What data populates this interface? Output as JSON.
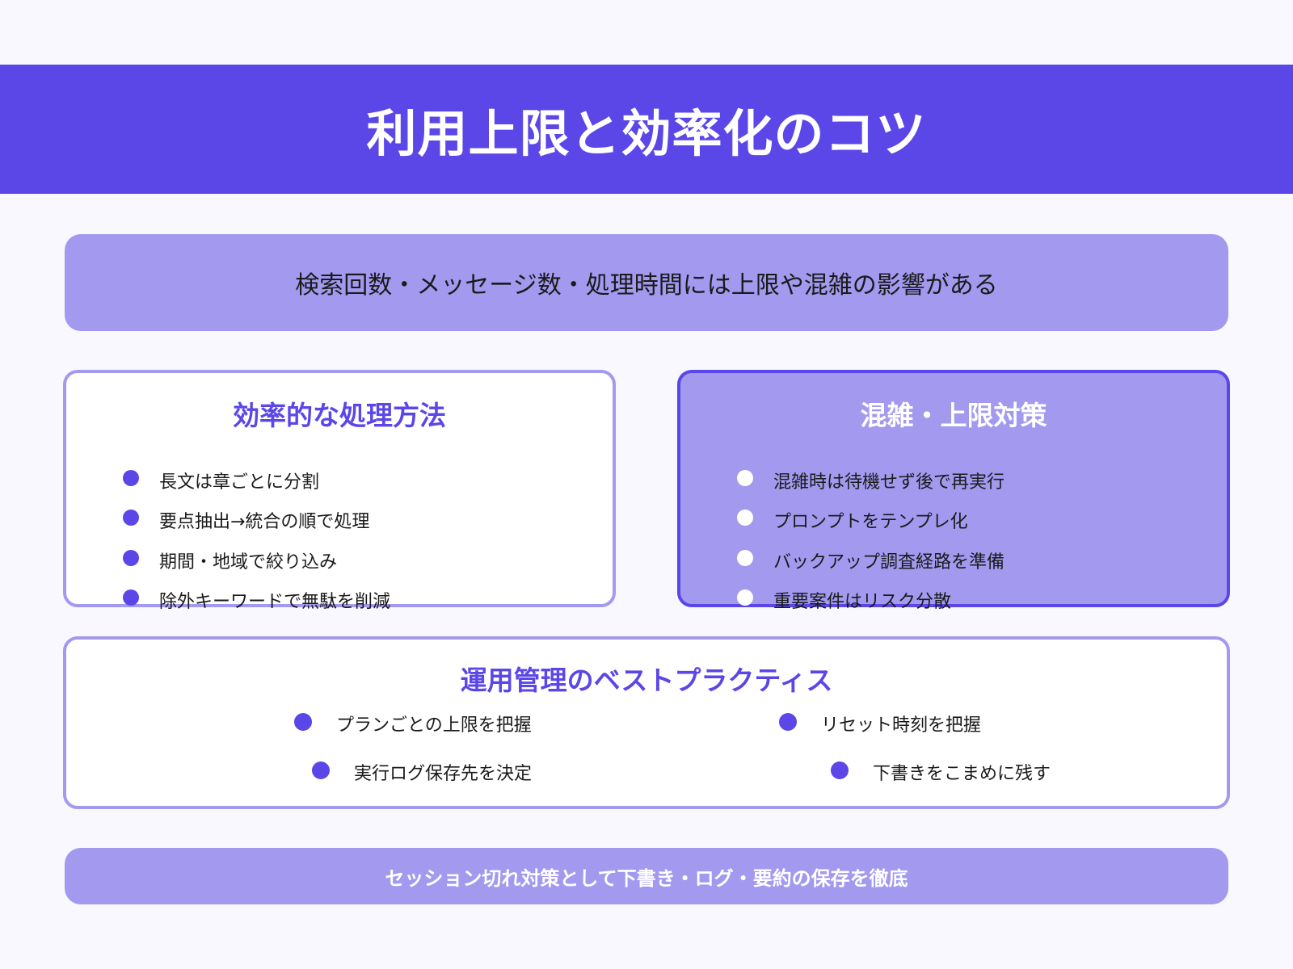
{
  "header": {
    "title": "利用上限と効率化のコツ"
  },
  "summary": {
    "text": "検索回数・メッセージ数・処理時間には上限や混雑の影響がある"
  },
  "efficient_processing": {
    "title": "効率的な処理方法",
    "items": [
      "長文は章ごとに分割",
      "要点抽出→統合の順で処理",
      "期間・地域で絞り込み",
      "除外キーワードで無駄を削減"
    ]
  },
  "congestion_measures": {
    "title": "混雑・上限対策",
    "items": [
      "混雑時は待機せず後で再実行",
      "プロンプトをテンプレ化",
      "バックアップ調査経路を準備",
      "重要案件はリスク分散"
    ]
  },
  "best_practices": {
    "title": "運用管理のベストプラクティス",
    "items": [
      "プランごとの上限を把握",
      "リセット時刻を把握",
      "実行ログ保存先を決定",
      "下書きをこまめに残す"
    ]
  },
  "footer": {
    "text": "セッション切れ対策として下書き・ログ・要約の保存を徹底"
  },
  "colors": {
    "primary": "#5b47e8",
    "light": "#a399ef",
    "background": "#f8f8fe"
  }
}
